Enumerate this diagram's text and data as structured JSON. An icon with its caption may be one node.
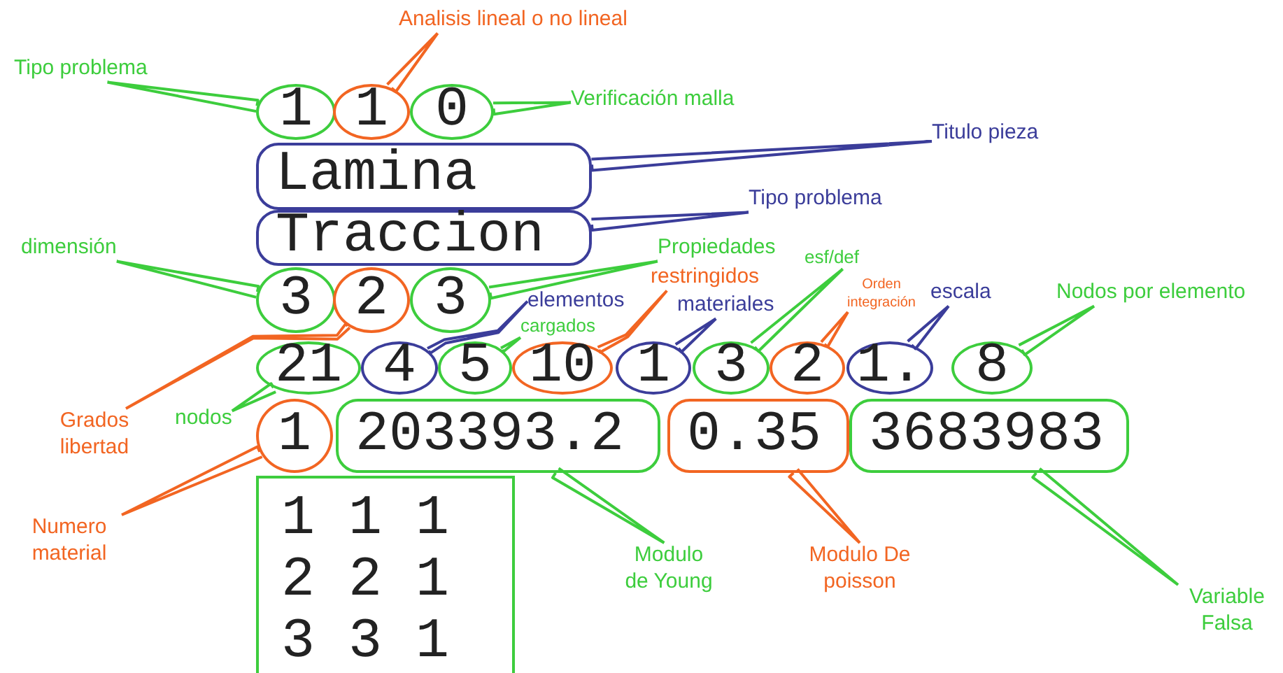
{
  "diagram": {
    "nodes": [
      {
        "text": [
          "1"
        ]
      },
      {
        "text": [
          "1"
        ]
      },
      {
        "text": [
          "0"
        ]
      },
      {
        "text": [
          "Lamina"
        ]
      },
      {
        "text": [
          "Traccion"
        ]
      },
      {
        "text": [
          "3"
        ]
      },
      {
        "text": [
          "2"
        ]
      },
      {
        "text": [
          "3"
        ]
      },
      {
        "text": [
          "21"
        ]
      },
      {
        "text": [
          "4"
        ]
      },
      {
        "text": [
          "5"
        ]
      },
      {
        "text": [
          "10"
        ]
      },
      {
        "text": [
          "1"
        ]
      },
      {
        "text": [
          "3"
        ]
      },
      {
        "text": [
          "2"
        ]
      },
      {
        "text": [
          "1."
        ]
      },
      {
        "text": [
          "8"
        ]
      },
      {
        "text": [
          "1"
        ]
      },
      {
        "text": [
          "203393.2"
        ]
      },
      {
        "text": [
          "0.35"
        ]
      },
      {
        "text": [
          "3683983"
        ]
      },
      {
        "text": [
          "1 1 1",
          "2 2 1",
          "3 3 1"
        ]
      },
      {
        "text": [
          "Analisis lineal o no lineal"
        ]
      },
      {
        "text": [
          "Tipo problema"
        ]
      },
      {
        "text": [
          "Verificación malla"
        ]
      },
      {
        "text": [
          "Titulo pieza"
        ]
      },
      {
        "text": [
          "Tipo problema"
        ]
      },
      {
        "text": [
          "Propiedades"
        ]
      },
      {
        "text": [
          "dimensión"
        ]
      },
      {
        "text": [
          "esf/def"
        ]
      },
      {
        "text": [
          "restringidos"
        ]
      },
      {
        "text": [
          "escala"
        ]
      },
      {
        "text": [
          "Nodos por elemento"
        ]
      },
      {
        "text": [
          "Orden integración"
        ]
      },
      {
        "text": [
          "elementos"
        ]
      },
      {
        "text": [
          "materiales"
        ]
      },
      {
        "text": [
          "cargados"
        ]
      },
      {
        "text": [
          "Grados libertad"
        ]
      },
      {
        "text": [
          "nodos"
        ]
      },
      {
        "text": [
          "Numero material"
        ]
      },
      {
        "text": [
          "Modulo de Young"
        ]
      },
      {
        "text": [
          "Modulo De poisson"
        ]
      },
      {
        "text": [
          "Variable Falsa"
        ]
      }
    ],
    "edges": [
      {
        "from": 0,
        "to": 23,
        "arrow": "none"
      },
      {
        "from": 1,
        "to": 22,
        "arrow": "none",
        "color": "#f26522"
      },
      {
        "from": 2,
        "to": 24,
        "arrow": "none"
      },
      {
        "from": 3,
        "to": 25,
        "arrow": "none",
        "color": "#3b3d9a"
      },
      {
        "from": 4,
        "to": 26,
        "arrow": "none",
        "color": "#3b3d9a"
      },
      {
        "from": 5,
        "to": 28,
        "arrow": "none"
      },
      {
        "from": 6,
        "to": 37,
        "arrow": "none",
        "color": "#f26522"
      },
      {
        "from": 7,
        "to": 27,
        "arrow": "none"
      },
      {
        "from": 8,
        "to": 38,
        "arrow": "none"
      },
      {
        "from": 9,
        "to": 34,
        "arrow": "none",
        "color": "#3b3d9a"
      },
      {
        "from": 10,
        "to": 36,
        "arrow": "none"
      },
      {
        "from": 11,
        "to": 30,
        "arrow": "none",
        "color": "#f26522"
      },
      {
        "from": 12,
        "to": 35,
        "arrow": "none",
        "color": "#3b3d9a"
      },
      {
        "from": 13,
        "to": 29,
        "arrow": "none"
      },
      {
        "from": 14,
        "to": 33,
        "arrow": "none",
        "color": "#f26522"
      },
      {
        "from": 15,
        "to": 31,
        "arrow": "none",
        "color": "#3b3d9a"
      },
      {
        "from": 16,
        "to": 32,
        "arrow": "none"
      },
      {
        "from": 17,
        "to": 39,
        "arrow": "none",
        "color": "#f26522"
      },
      {
        "from": 18,
        "to": 40,
        "arrow": "none"
      },
      {
        "from": 19,
        "to": 41,
        "arrow": "none",
        "color": "#f26522"
      },
      {
        "from": 20,
        "to": 42,
        "arrow": "none"
      }
    ]
  }
}
